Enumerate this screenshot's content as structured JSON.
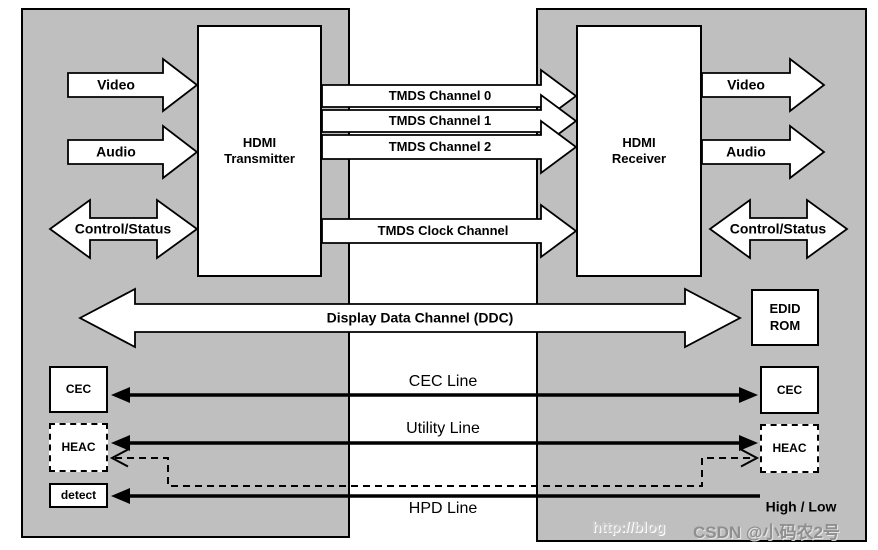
{
  "diagram": {
    "source_device": {
      "transmitter_label": "HDMI\nTransmitter",
      "inputs": {
        "video": "Video",
        "audio": "Audio",
        "control_status": "Control/Status"
      },
      "cec_label": "CEC",
      "heac_label": "HEAC",
      "detect_label": "detect"
    },
    "sink_device": {
      "receiver_label": "HDMI\nReceiver",
      "outputs": {
        "video": "Video",
        "audio": "Audio",
        "control_status": "Control/Status"
      },
      "edid_rom_label": "EDID\nROM",
      "cec_label": "CEC",
      "heac_label": "HEAC",
      "hpd_level_label": "High / Low"
    },
    "channels": {
      "tmds0": "TMDS Channel 0",
      "tmds1": "TMDS Channel 1",
      "tmds2": "TMDS Channel 2",
      "tmds_clock": "TMDS Clock Channel",
      "ddc": "Display Data Channel (DDC)",
      "cec_line": "CEC Line",
      "utility_line": "Utility Line",
      "hpd_line": "HPD Line"
    },
    "colors": {
      "device_fill": "#bfbfbf",
      "box_fill": "#ffffff",
      "line": "#000000"
    }
  },
  "watermark": {
    "faint": "http://blog",
    "main": "CSDN @小码农2号"
  }
}
